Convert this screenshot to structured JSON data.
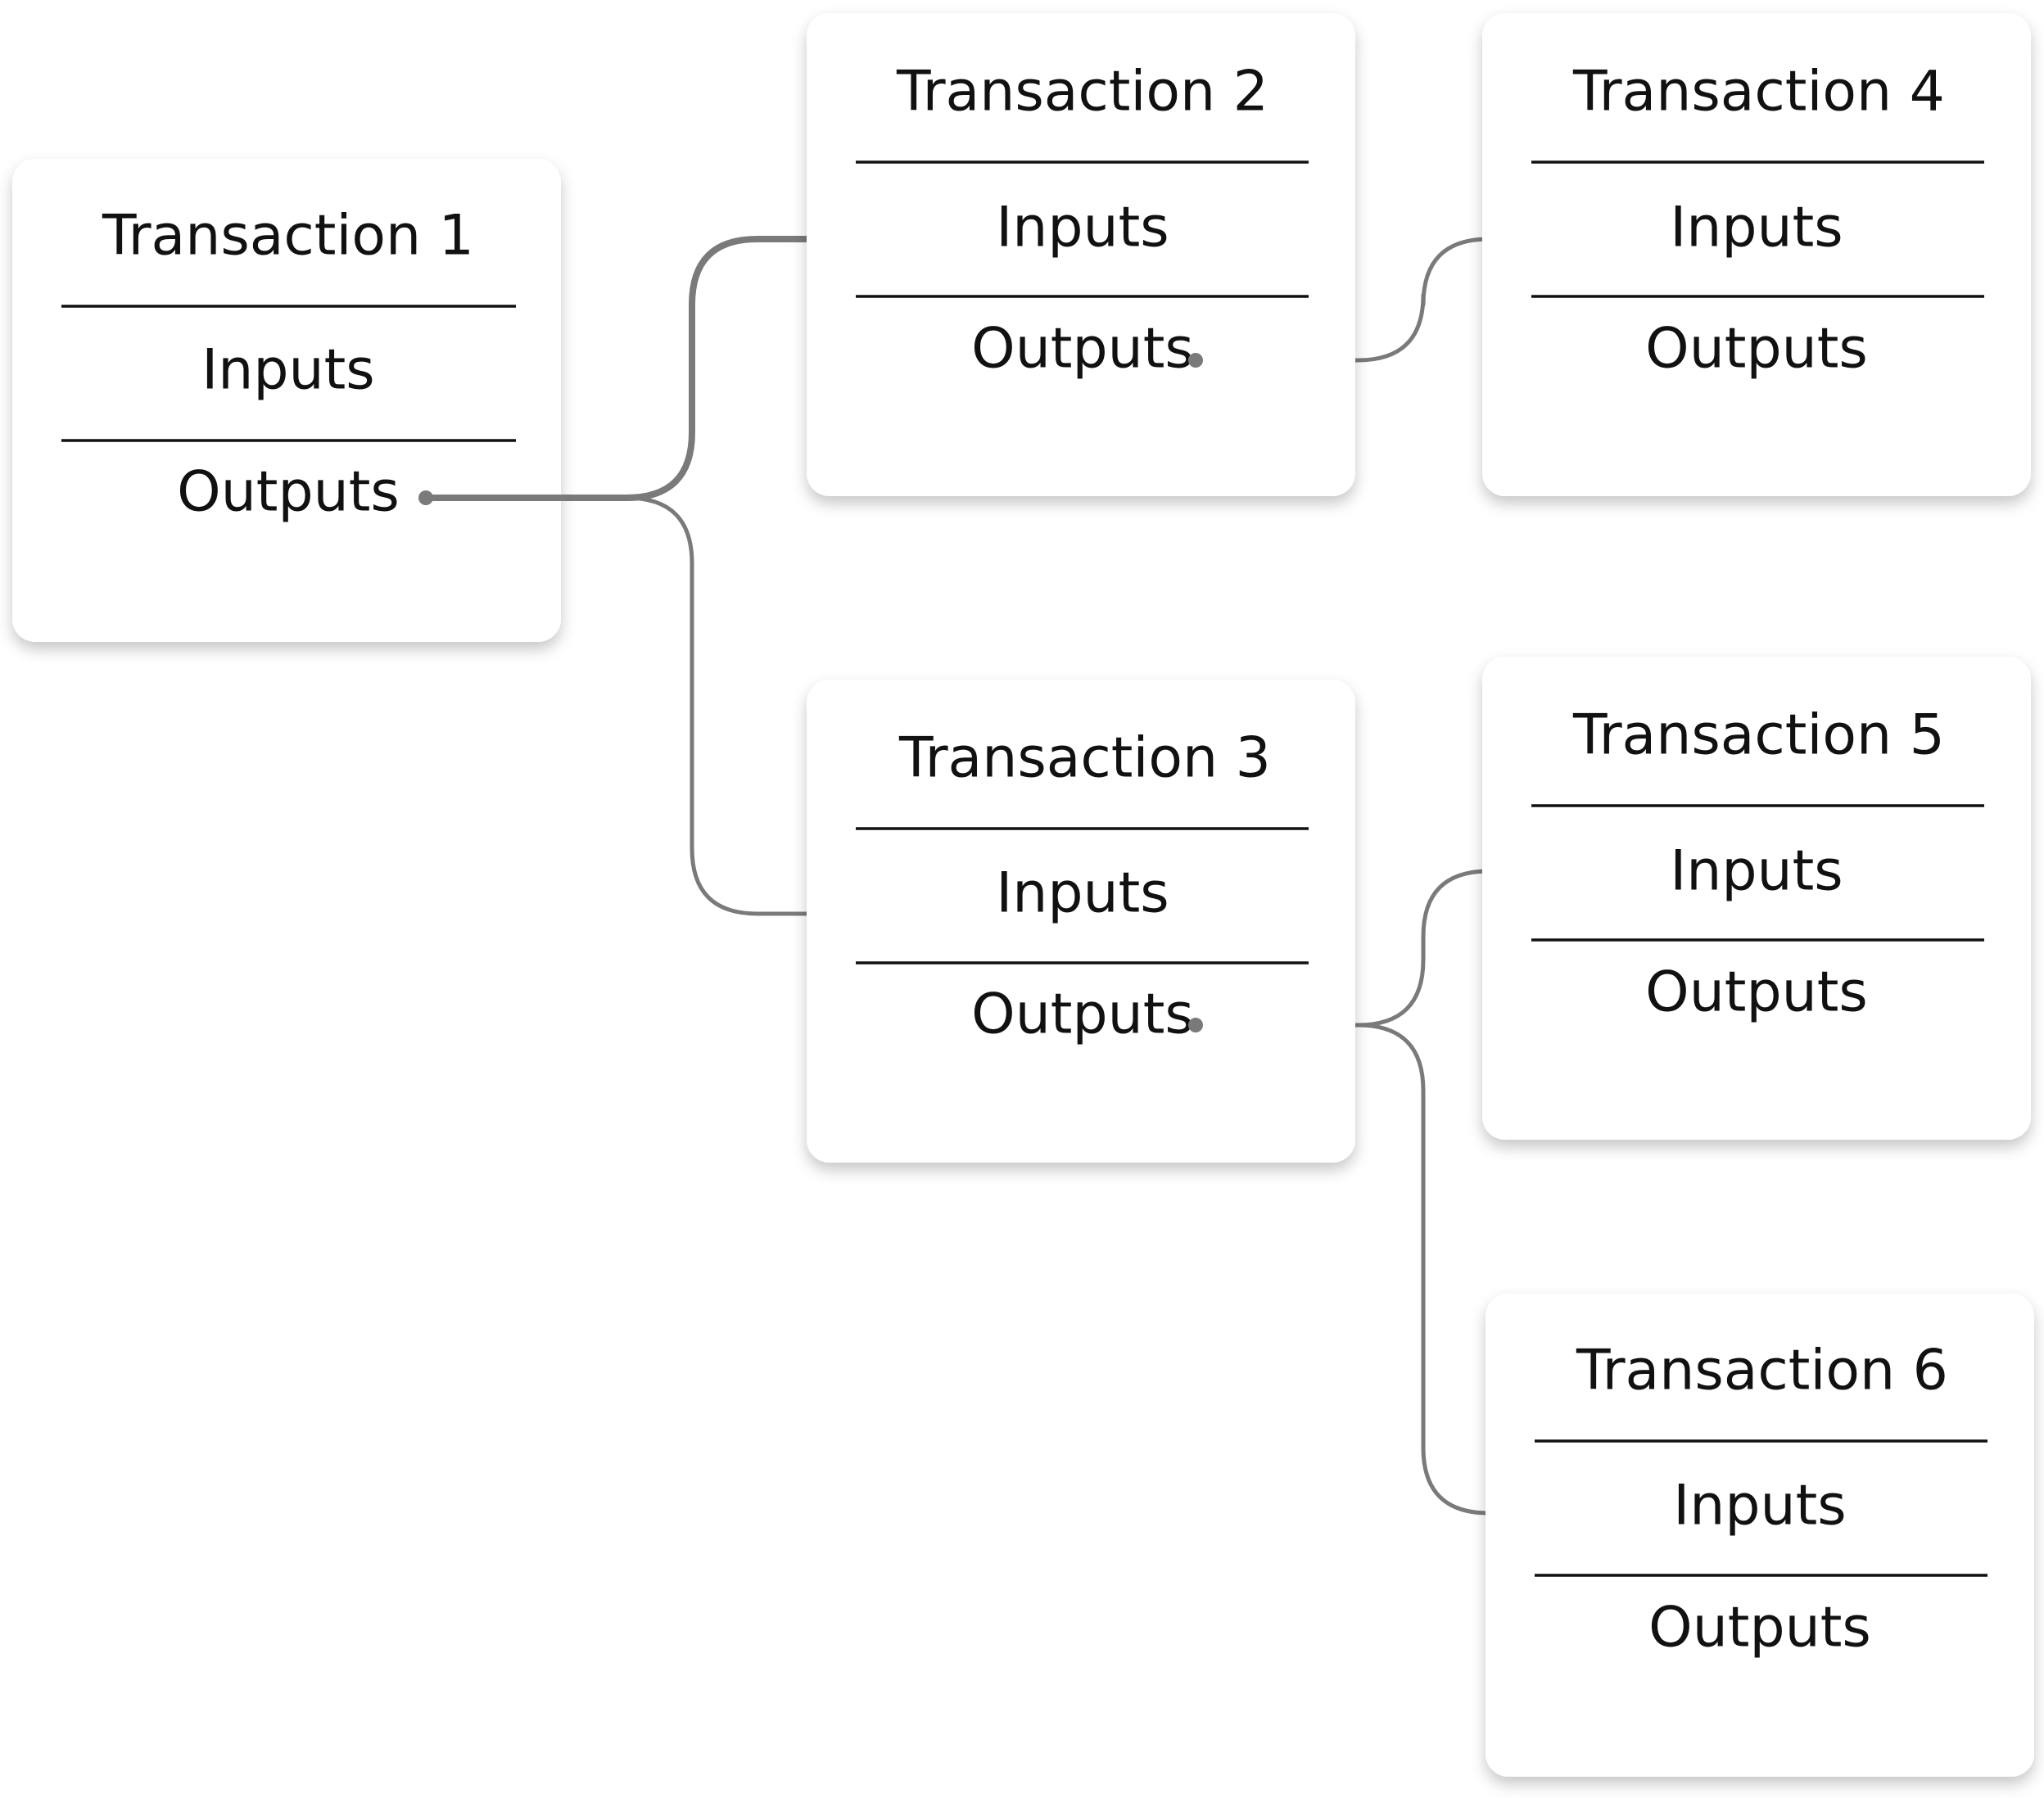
{
  "diagram": {
    "transactions": [
      {
        "id": "t1",
        "title": "Transaction 1",
        "inputs_label": "Inputs",
        "outputs_label": "Outputs"
      },
      {
        "id": "t2",
        "title": "Transaction 2",
        "inputs_label": "Inputs",
        "outputs_label": "Outputs"
      },
      {
        "id": "t3",
        "title": "Transaction 3",
        "inputs_label": "Inputs",
        "outputs_label": "Outputs"
      },
      {
        "id": "t4",
        "title": "Transaction 4",
        "inputs_label": "Inputs",
        "outputs_label": "Outputs"
      },
      {
        "id": "t5",
        "title": "Transaction 5",
        "inputs_label": "Inputs",
        "outputs_label": "Outputs"
      },
      {
        "id": "t6",
        "title": "Transaction 6",
        "inputs_label": "Inputs",
        "outputs_label": "Outputs"
      }
    ],
    "connections": [
      {
        "from": "t1",
        "from_port": "outputs",
        "to": "t2",
        "to_port": "inputs"
      },
      {
        "from": "t1",
        "from_port": "outputs",
        "to": "t3",
        "to_port": "inputs"
      },
      {
        "from": "t2",
        "from_port": "outputs",
        "to": "t4",
        "to_port": "inputs"
      },
      {
        "from": "t3",
        "from_port": "outputs",
        "to": "t5",
        "to_port": "inputs"
      },
      {
        "from": "t3",
        "from_port": "outputs",
        "to": "t6",
        "to_port": "inputs"
      }
    ],
    "colors": {
      "connector": "#7a7a7a",
      "text": "#111111",
      "card_background": "#ffffff"
    }
  }
}
